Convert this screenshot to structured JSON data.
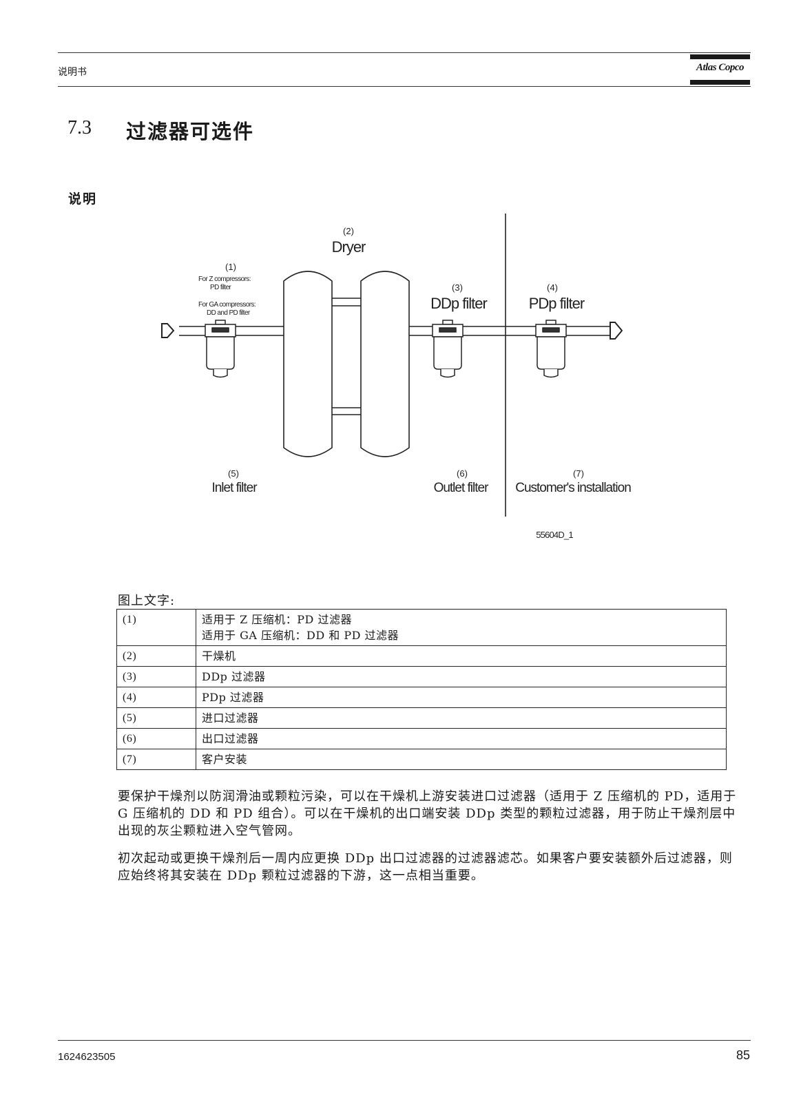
{
  "header": {
    "left_text": "说明书",
    "logo_text": "Atlas Copco"
  },
  "section": {
    "number": "7.3",
    "title": "过滤器可选件"
  },
  "subheading": "说明",
  "diagram": {
    "labels": {
      "n1": "(1)",
      "z_comp": "For Z compressors:",
      "pd_filter": "PD filter",
      "ga_comp": "For GA compressors:",
      "dd_pd_filter": "DD and PD filter",
      "n2": "(2)",
      "dryer": "Dryer",
      "n3": "(3)",
      "ddp_filter": "DDp filter",
      "n4": "(4)",
      "pdp_filter": "PDp filter",
      "n5": "(5)",
      "inlet_filter": "Inlet filter",
      "n6": "(6)",
      "outlet_filter": "Outlet filter",
      "n7": "(7)",
      "customer_installation": "Customer's installation",
      "figure_code": "55604D_1"
    }
  },
  "caption": "图上文字:",
  "legend_rows": [
    {
      "num": "(1)",
      "text": "适用于 Z 压缩机：PD 过滤器",
      "text2": "适用于 GA 压缩机：DD 和 PD 过滤器"
    },
    {
      "num": "(2)",
      "text": "干燥机"
    },
    {
      "num": "(3)",
      "text": "DDp 过滤器"
    },
    {
      "num": "(4)",
      "text": "PDp 过滤器"
    },
    {
      "num": "(5)",
      "text": "进口过滤器"
    },
    {
      "num": "(6)",
      "text": "出口过滤器"
    },
    {
      "num": "(7)",
      "text": "客户安装"
    }
  ],
  "paragraphs": [
    "要保护干燥剂以防润滑油或颗粒污染，可以在干燥机上游安装进口过滤器（适用于 Z 压缩机的 PD，适用于 G 压缩机的 DD 和 PD 组合）。可以在干燥机的出口端安装 DDp 类型的颗粒过滤器，用于防止干燥剂层中出现的灰尘颗粒进入空气管网。",
    "初次起动或更换干燥剂后一周内应更换 DDp 出口过滤器的过滤器滤芯。如果客户要安装额外后过滤器，则应始终将其安装在 DDp 颗粒过滤器的下游，这一点相当重要。"
  ],
  "footer": {
    "doc_number": "1624623505",
    "page_number": "85"
  }
}
